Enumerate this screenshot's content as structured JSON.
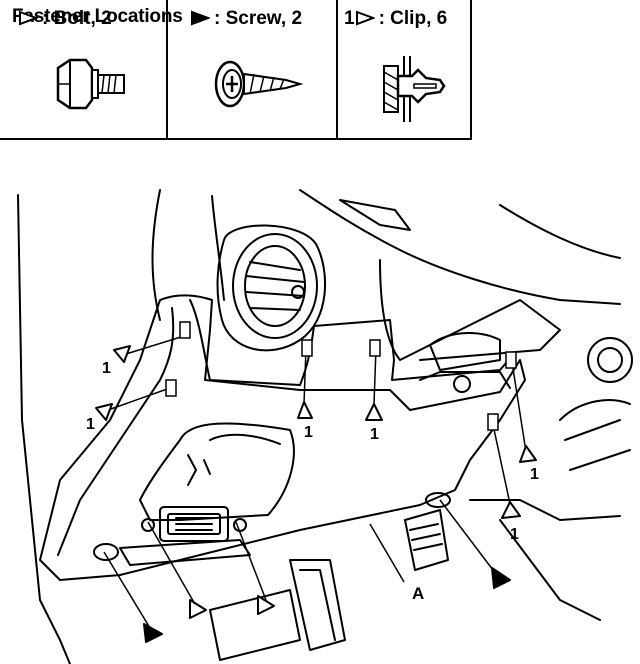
{
  "title": "Fastener Locations",
  "legend": [
    {
      "prefix": "",
      "symbol": "open-triangle",
      "label": ": Bolt, 2",
      "icon": "bolt-icon"
    },
    {
      "prefix": "",
      "symbol": "filled-triangle",
      "label": ": Screw, 2",
      "icon": "screw-icon"
    },
    {
      "prefix": "1",
      "symbol": "open-triangle",
      "label": ": Clip, 6",
      "icon": "clip-icon"
    }
  ],
  "callouts": {
    "clip": "1",
    "part": "A"
  }
}
